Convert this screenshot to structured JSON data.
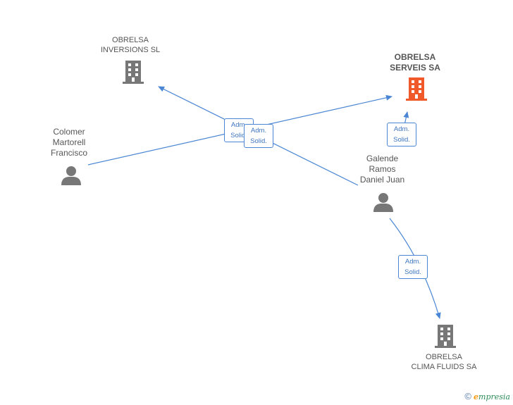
{
  "nodes": {
    "inversions": {
      "line1": "OBRELSA",
      "line2": "INVERSIONS SL"
    },
    "serveis": {
      "line1": "OBRELSA",
      "line2": "SERVEIS SA"
    },
    "colomer": {
      "line1": "Colomer",
      "line2": "Martorell",
      "line3": "Francisco"
    },
    "galende": {
      "line1": "Galende",
      "line2": "Ramos",
      "line3": "Daniel Juan"
    },
    "clima": {
      "line1": "OBRELSA",
      "line2": "CLIMA FLUIDS SA"
    }
  },
  "relations": [
    {
      "line1": "Adm.",
      "line2": "Solid."
    },
    {
      "line1": "Adm.",
      "line2": "Solid."
    },
    {
      "line1": "Adm.",
      "line2": "Solid."
    },
    {
      "line1": "Adm.",
      "line2": "Solid."
    }
  ],
  "colors": {
    "edge": "#4a86d4",
    "company": "#777777",
    "main_company": "#f05a2a",
    "person": "#777777"
  },
  "footer": {
    "copyright": "©",
    "brand_initial": "e",
    "brand_rest": "mpresia"
  }
}
